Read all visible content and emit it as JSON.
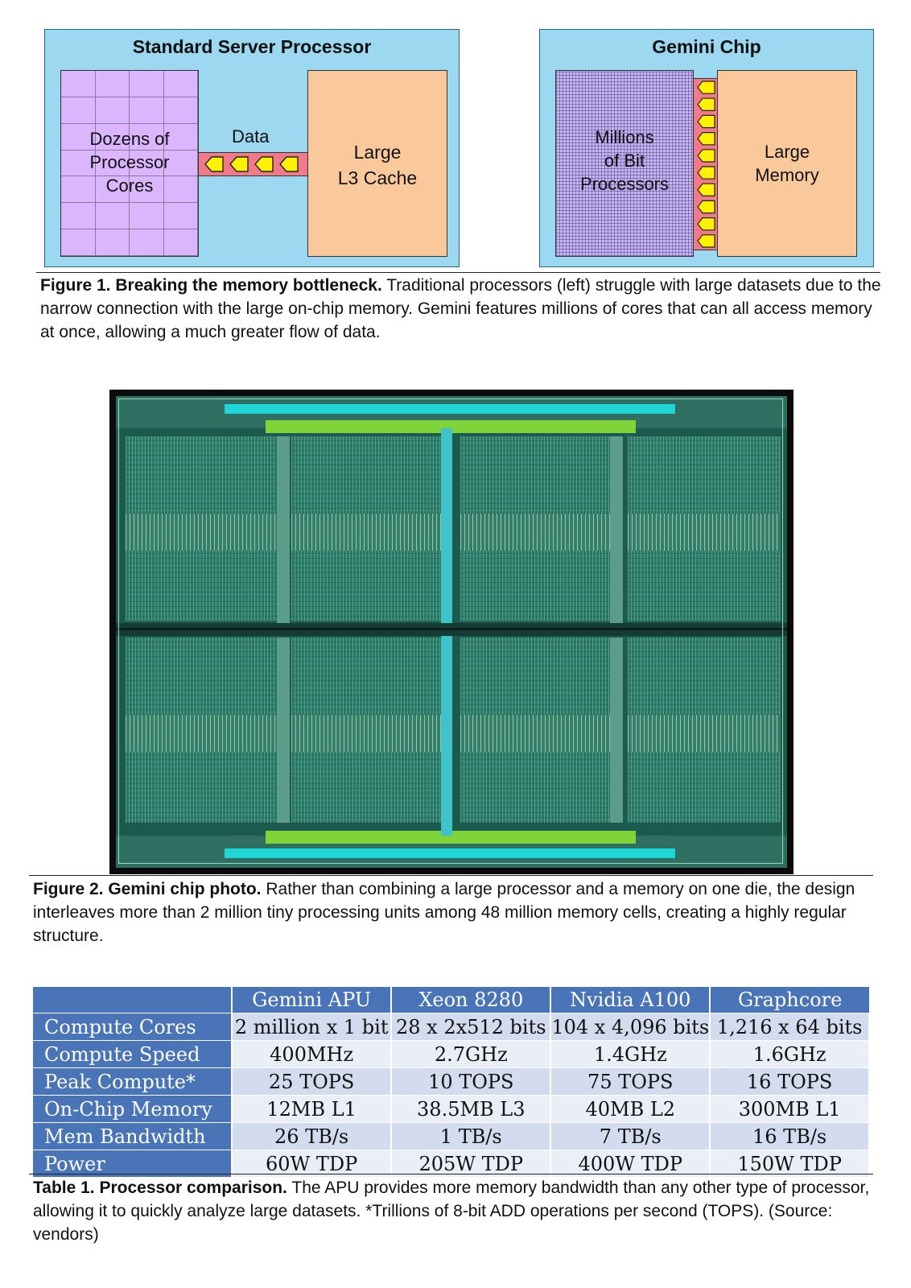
{
  "figure1": {
    "left_panel": {
      "title": "Standard Server Processor",
      "cores_label_lines": [
        "Dozens of",
        "Processor",
        "Cores"
      ],
      "bus_label": "Data",
      "cache_label_lines": [
        "Large",
        "L3 Cache"
      ]
    },
    "right_panel": {
      "title": "Gemini Chip",
      "processors_label_lines": [
        "Millions",
        "of Bit",
        "Processors"
      ],
      "memory_label_lines": [
        "Large",
        "Memory"
      ]
    },
    "caption_bold": "Figure 1. Breaking the memory bottleneck.",
    "caption_text": " Traditional processors (left) struggle with large datasets due to the narrow connection with the large on-chip memory. Gemini features millions of cores that can all access memory at once, allowing a much greater flow of data."
  },
  "figure2": {
    "caption_bold": "Figure 2. Gemini chip photo.",
    "caption_text": " Rather than combining a large processor and a memory on one die, the design interleaves more than 2 million tiny processing units among 48 million memory cells, creating a highly regular structure."
  },
  "table1": {
    "headers": [
      "",
      "Gemini APU",
      "Xeon 8280",
      "Nvidia A100",
      "Graphcore"
    ],
    "rows": [
      {
        "label": "Compute Cores",
        "values": [
          "2 million x 1 bit",
          "28 x 2x512 bits",
          "104 x 4,096 bits",
          "1,216 x 64 bits"
        ]
      },
      {
        "label": "Compute Speed",
        "values": [
          "400MHz",
          "2.7GHz",
          "1.4GHz",
          "1.6GHz"
        ]
      },
      {
        "label": "Peak Compute*",
        "values": [
          "25 TOPS",
          "10 TOPS",
          "75 TOPS",
          "16 TOPS"
        ]
      },
      {
        "label": "On-Chip Memory",
        "values": [
          "12MB L1",
          "38.5MB L3",
          "40MB L2",
          "300MB L1"
        ]
      },
      {
        "label": "Mem Bandwidth",
        "values": [
          "26 TB/s",
          "1 TB/s",
          "7 TB/s",
          "16 TB/s"
        ]
      },
      {
        "label": "Power",
        "values": [
          "60W TDP",
          "205W TDP",
          "400W TDP",
          "150W TDP"
        ]
      }
    ],
    "caption_bold": "Table 1. Processor comparison.",
    "caption_text": " The APU provides more memory bandwidth than any other type of processor, allowing it to quickly analyze large datasets. *Trillions of 8-bit ADD operations per second (TOPS). (Source: vendors)"
  },
  "colors": {
    "panel_bg": "#9cd8f0",
    "cores_purple": "#dcb5ff",
    "cache_orange": "#f9c89b",
    "bus_red": "#f07a8a",
    "arrow_yellow": "#fff200",
    "table_header_blue": "#4a74b8",
    "chip_green": "#2c7a68",
    "chip_cyan": "#1ed6d6",
    "chip_lime": "#7fd43a"
  }
}
